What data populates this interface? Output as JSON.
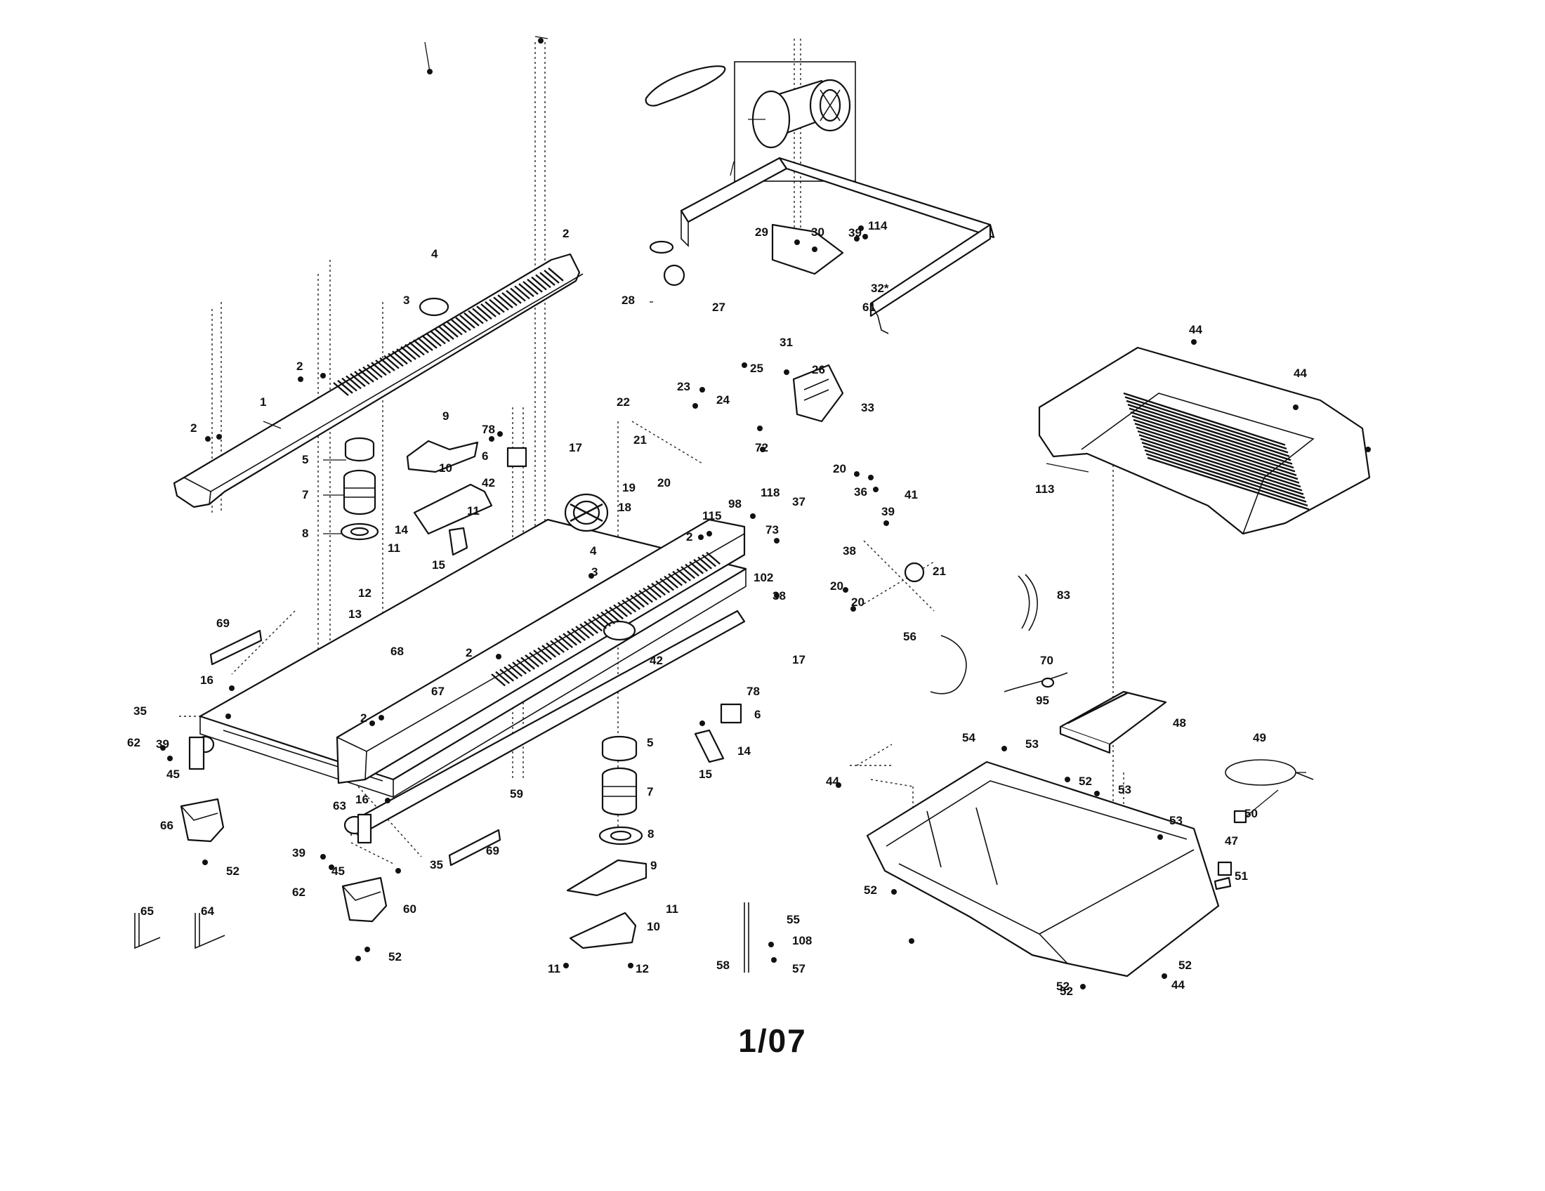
{
  "footer": {
    "page_code": "1/07"
  },
  "callouts": [
    {
      "label": "1"
    },
    {
      "label": "2"
    },
    {
      "label": "2"
    },
    {
      "label": "2"
    },
    {
      "label": "2"
    },
    {
      "label": "2"
    },
    {
      "label": "2"
    },
    {
      "label": "3"
    },
    {
      "label": "3"
    },
    {
      "label": "4"
    },
    {
      "label": "4"
    },
    {
      "label": "5"
    },
    {
      "label": "5"
    },
    {
      "label": "6"
    },
    {
      "label": "6"
    },
    {
      "label": "7"
    },
    {
      "label": "7"
    },
    {
      "label": "8"
    },
    {
      "label": "8"
    },
    {
      "label": "9"
    },
    {
      "label": "9"
    },
    {
      "label": "10"
    },
    {
      "label": "10"
    },
    {
      "label": "11"
    },
    {
      "label": "11"
    },
    {
      "label": "11"
    },
    {
      "label": "11"
    },
    {
      "label": "12"
    },
    {
      "label": "12"
    },
    {
      "label": "13"
    },
    {
      "label": "14"
    },
    {
      "label": "14"
    },
    {
      "label": "15"
    },
    {
      "label": "15"
    },
    {
      "label": "16"
    },
    {
      "label": "16"
    },
    {
      "label": "17"
    },
    {
      "label": "17"
    },
    {
      "label": "18"
    },
    {
      "label": "19"
    },
    {
      "label": "20"
    },
    {
      "label": "20"
    },
    {
      "label": "20"
    },
    {
      "label": "20"
    },
    {
      "label": "21"
    },
    {
      "label": "21"
    },
    {
      "label": "22"
    },
    {
      "label": "23"
    },
    {
      "label": "24"
    },
    {
      "label": "25"
    },
    {
      "label": "26"
    },
    {
      "label": "27"
    },
    {
      "label": "28"
    },
    {
      "label": "29"
    },
    {
      "label": "30"
    },
    {
      "label": "31"
    },
    {
      "label": "32*"
    },
    {
      "label": "33"
    },
    {
      "label": "35"
    },
    {
      "label": "35"
    },
    {
      "label": "36"
    },
    {
      "label": "37"
    },
    {
      "label": "38"
    },
    {
      "label": "38"
    },
    {
      "label": "39"
    },
    {
      "label": "39"
    },
    {
      "label": "39"
    },
    {
      "label": "39"
    },
    {
      "label": "41"
    },
    {
      "label": "42"
    },
    {
      "label": "42"
    },
    {
      "label": "44"
    },
    {
      "label": "44"
    },
    {
      "label": "44"
    },
    {
      "label": "44"
    },
    {
      "label": "45"
    },
    {
      "label": "45"
    },
    {
      "label": "47"
    },
    {
      "label": "48"
    },
    {
      "label": "49"
    },
    {
      "label": "50"
    },
    {
      "label": "51"
    },
    {
      "label": "52"
    },
    {
      "label": "52"
    },
    {
      "label": "52"
    },
    {
      "label": "52"
    },
    {
      "label": "52"
    },
    {
      "label": "52"
    },
    {
      "label": "52"
    },
    {
      "label": "53"
    },
    {
      "label": "53"
    },
    {
      "label": "53"
    },
    {
      "label": "54"
    },
    {
      "label": "55"
    },
    {
      "label": "56"
    },
    {
      "label": "57"
    },
    {
      "label": "58"
    },
    {
      "label": "59"
    },
    {
      "label": "60"
    },
    {
      "label": "61"
    },
    {
      "label": "62"
    },
    {
      "label": "62"
    },
    {
      "label": "63"
    },
    {
      "label": "64"
    },
    {
      "label": "65"
    },
    {
      "label": "66"
    },
    {
      "label": "67"
    },
    {
      "label": "68"
    },
    {
      "label": "69"
    },
    {
      "label": "69"
    },
    {
      "label": "70"
    },
    {
      "label": "72"
    },
    {
      "label": "73"
    },
    {
      "label": "78"
    },
    {
      "label": "78"
    },
    {
      "label": "83"
    },
    {
      "label": "95"
    },
    {
      "label": "98"
    },
    {
      "label": "102"
    },
    {
      "label": "108"
    },
    {
      "label": "113"
    },
    {
      "label": "114"
    },
    {
      "label": "115"
    },
    {
      "label": "118"
    }
  ]
}
